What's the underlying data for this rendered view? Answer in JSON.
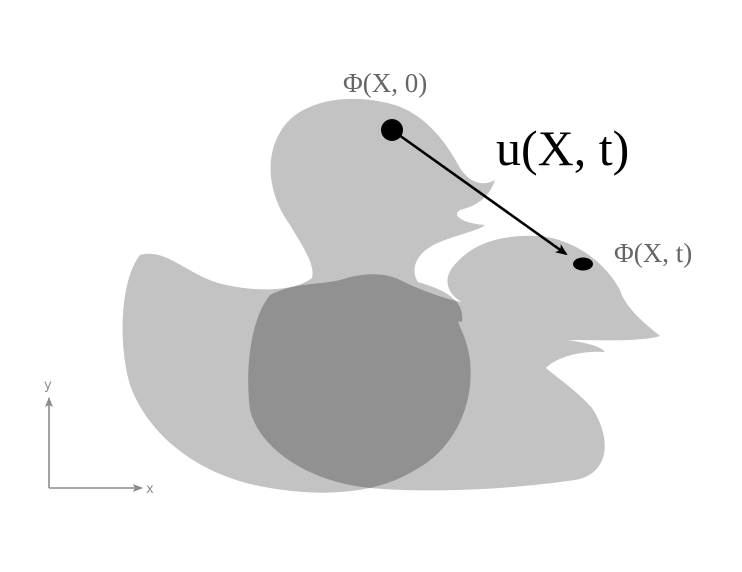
{
  "labels": {
    "point_initial": "Φ(X, 0)",
    "point_current": "Φ(X, t)",
    "displacement": "u(X, t)",
    "axis_x": "x",
    "axis_y": "y"
  },
  "colors": {
    "background": "#ffffff",
    "shape": "#c3c3c3",
    "overlap": "#919191",
    "ink": "#000000",
    "label": "#666666",
    "axis": "#8c8c8c"
  }
}
